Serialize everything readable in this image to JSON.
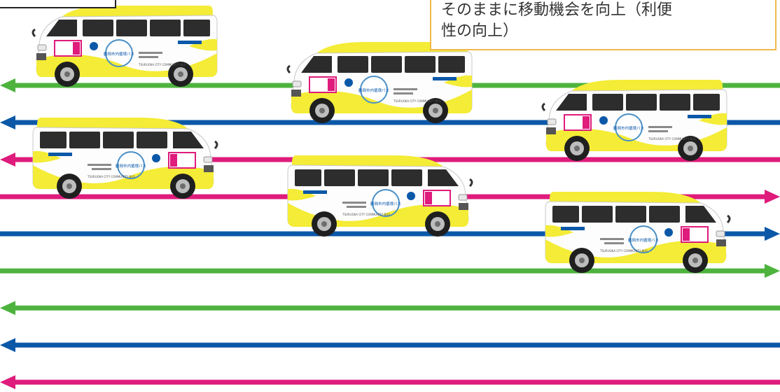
{
  "callout": {
    "lines": [
      "そのままに移動機会を向上（利便",
      "性の向上）"
    ]
  },
  "colors": {
    "green": "#4db33d",
    "blue": "#0b58a8",
    "magenta": "#df1b7c",
    "bus_body": "#f4ec36",
    "bus_white": "#fdfdfd",
    "callout_border": "#f0b94a"
  },
  "routes": [
    {
      "color": "green",
      "direction": "left"
    },
    {
      "color": "blue",
      "direction": "left"
    },
    {
      "color": "magenta",
      "direction": "left"
    },
    {
      "color": "magenta",
      "direction": "right"
    },
    {
      "color": "blue",
      "direction": "right"
    },
    {
      "color": "green",
      "direction": "right"
    },
    {
      "color": "green",
      "direction": "left"
    },
    {
      "color": "blue",
      "direction": "left"
    },
    {
      "color": "magenta",
      "direction": "left"
    }
  ],
  "buses": [
    {
      "facing": "left",
      "logo_text": "鶴岡市内循環バス",
      "brand": "TSURUOKA CITY COMMUNITY BUS"
    },
    {
      "facing": "left",
      "logo_text": "鶴岡市内循環バス",
      "brand": "TSURUOKA CITY COMMUNITY BUS"
    },
    {
      "facing": "left",
      "logo_text": "鶴岡市内循環バス",
      "brand": "TSURUOKA CITY COMMUNITY BUS"
    },
    {
      "facing": "right",
      "logo_text": "鶴岡市内循環バス",
      "brand": "TSURUOKA CITY COMMUNITY BUS"
    },
    {
      "facing": "right",
      "logo_text": "鶴岡市内循環バス",
      "brand": "TSURUOKA CITY COMMUNITY BUS"
    },
    {
      "facing": "right",
      "logo_text": "鶴岡市内循環バス",
      "brand": "TSURUOKA CITY COMMUNITY BUS"
    }
  ]
}
